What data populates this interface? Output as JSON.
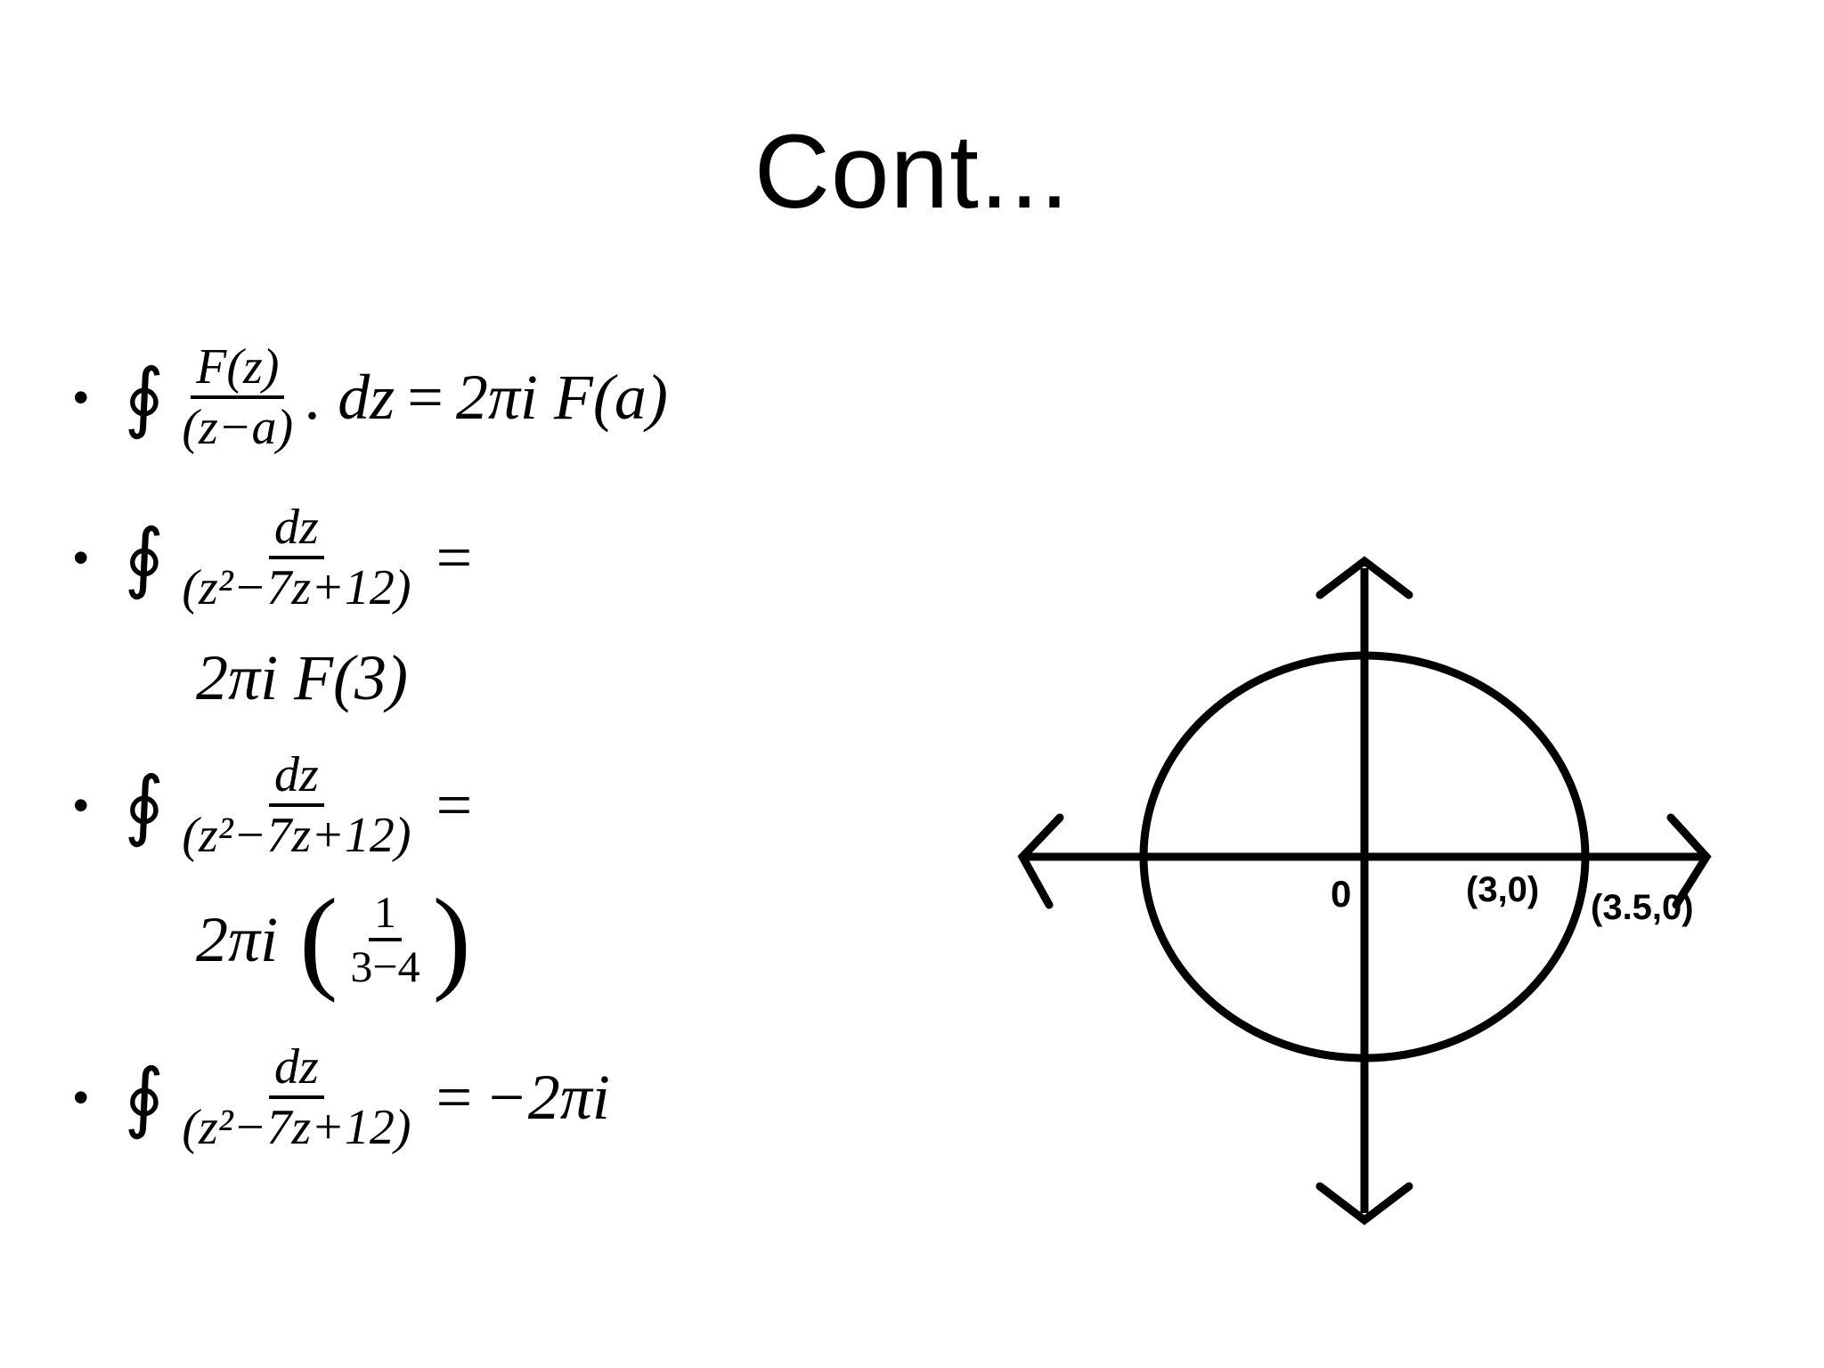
{
  "slide": {
    "title": "Cont..."
  },
  "bullets": [
    {
      "numerator": "F(z)",
      "denominator": "(z−a)",
      "tail": ". dz",
      "equals": "=",
      "rhs": "2πi F(a)"
    },
    {
      "numerator": "dz",
      "denominator": "(z²−7z+12)",
      "equals": "=",
      "rhs": "2πi F(3)"
    },
    {
      "numerator": "dz",
      "denominator": "(z²−7z+12)",
      "equals": "=",
      "rhs_prefix": "2πi",
      "rhs_numerator": "1",
      "rhs_denominator": "3−4"
    },
    {
      "numerator": "dz",
      "denominator": "(z²−7z+12)",
      "equals": "=",
      "rhs": "−2πi"
    }
  ],
  "bullet_symbol": "•",
  "integral_symbol": "∮",
  "diagram": {
    "origin_label": "0",
    "point_a_label": "(3,0)",
    "point_b_label": "(3.5,0)"
  }
}
